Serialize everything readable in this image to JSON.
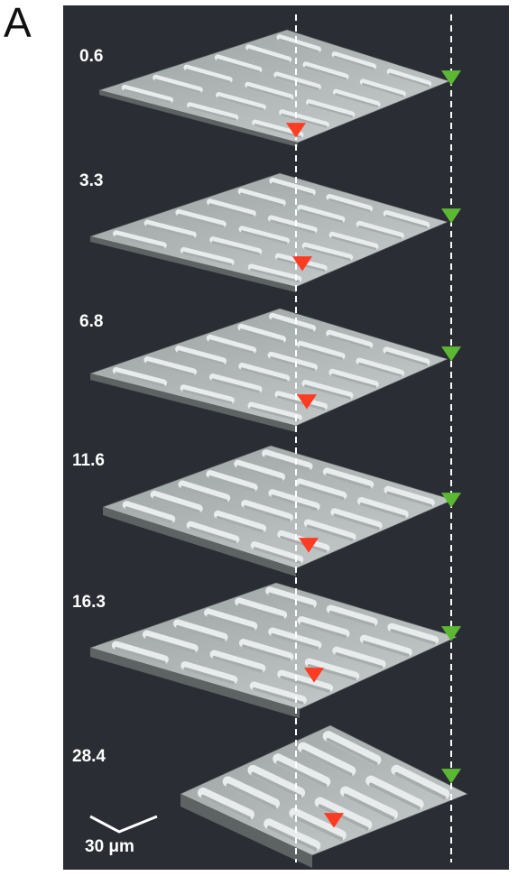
{
  "panel_label": "A",
  "frames": [
    {
      "label": "0.6"
    },
    {
      "label": "3.3"
    },
    {
      "label": "6.8"
    },
    {
      "label": "11.6"
    },
    {
      "label": "16.3"
    },
    {
      "label": "28.4"
    }
  ],
  "scale_bar": {
    "label": "30 μm"
  },
  "colors": {
    "background": "#2b2d34",
    "surface": "#d8dcdc",
    "red_marker": "#ff3b22",
    "green_marker": "#5cb833",
    "guide_line": "#ffffff"
  }
}
